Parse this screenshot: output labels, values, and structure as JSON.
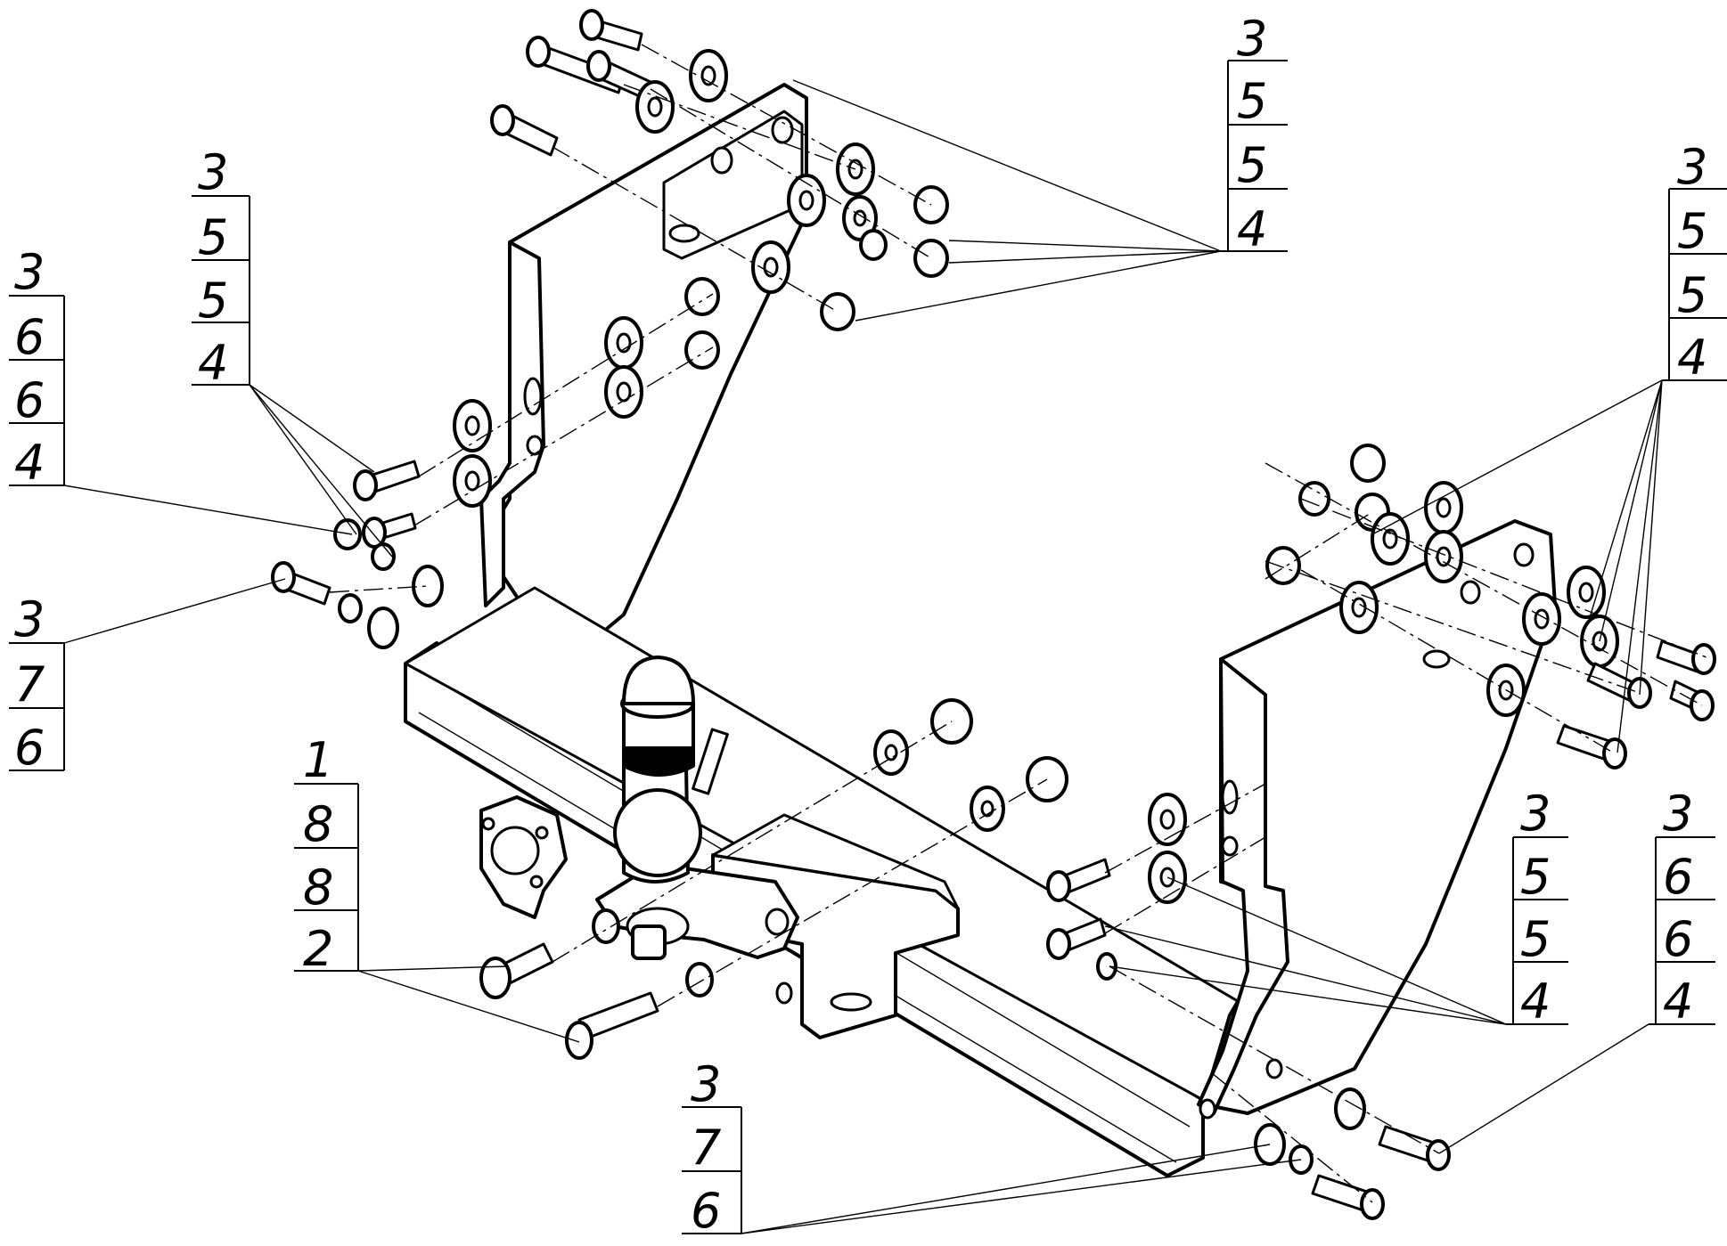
{
  "callouts": [
    {
      "id": "top-right",
      "cells": [
        "3",
        "5",
        "5",
        "4"
      ]
    },
    {
      "id": "right",
      "cells": [
        "3",
        "5",
        "5",
        "4"
      ]
    },
    {
      "id": "upper-left",
      "cells": [
        "3",
        "5",
        "5",
        "4"
      ]
    },
    {
      "id": "left",
      "cells": [
        "3",
        "6",
        "6",
        "4"
      ]
    },
    {
      "id": "left-bottom",
      "cells": [
        "3",
        "7",
        "6"
      ]
    },
    {
      "id": "ball",
      "cells": [
        "1",
        "8",
        "8",
        "2"
      ]
    },
    {
      "id": "bottom-center",
      "cells": [
        "3",
        "7",
        "6"
      ]
    },
    {
      "id": "bottom-right-a",
      "cells": [
        "3",
        "5",
        "5",
        "4"
      ]
    },
    {
      "id": "bottom-right-b",
      "cells": [
        "3",
        "6",
        "6",
        "4"
      ]
    }
  ]
}
